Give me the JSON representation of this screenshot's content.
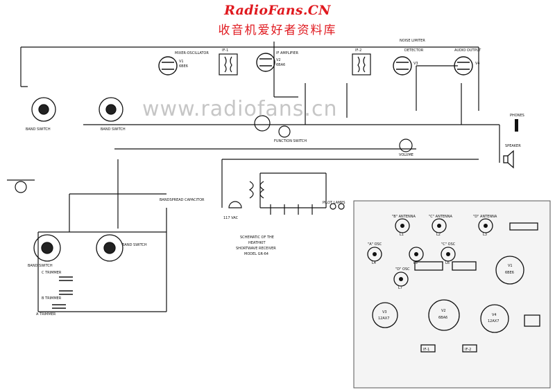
{
  "branding": {
    "site_url": "RadioFans.CN",
    "site_subtitle": "收音机爱好者资料库",
    "watermark": "www.radiofans.cn",
    "color": "#e0191f"
  },
  "schematic": {
    "title_lines": [
      "SCHEMATIC OF THE",
      "HEATHKIT",
      "SHORTWAVE RECEIVER",
      "MODEL GR-64"
    ],
    "tubes": [
      {
        "ref": "V1",
        "part": "6BE6",
        "function": "MIXER-OSCILLATOR"
      },
      {
        "ref": "V2",
        "part": "6BA6",
        "function": "IF AMPLIFIER"
      },
      {
        "ref": "V3",
        "part": "",
        "function": "DETECTOR"
      },
      {
        "ref": "V4",
        "part": "",
        "function": "AUDIO OUTPUT"
      }
    ],
    "transformers": [
      "IF-1",
      "IF-2"
    ],
    "band_switch_labels": [
      "BAND SWITCH",
      "BAND SWITCH",
      "BAND SWITCH",
      "BAND SWITCH"
    ],
    "trimmers": [
      "C TRIMMER",
      "B TRIMMER",
      "A TRIMMER"
    ],
    "controls": [
      "VOLUME",
      "FUNCTION SWITCH",
      "PHONES",
      "SPEAKER",
      "NOISE LIMITER",
      "BANDSPREAD CAPACITOR"
    ],
    "power_labels": [
      "117 VAC",
      "PILOT LAMPS"
    ]
  },
  "layout_view": {
    "antenna_labels": [
      "\"B\" ANTENNA",
      "\"C\" ANTENNA",
      "\"D\" ANTENNA"
    ],
    "osc_labels": [
      "\"A\" OSC",
      "\"C\" OSC",
      "\"D\" OSC"
    ],
    "coils": [
      "L1",
      "L2",
      "L3",
      "L4",
      "L5",
      "L6",
      "L7"
    ],
    "tubes": [
      {
        "ref": "V1",
        "part": "6BE6"
      },
      {
        "ref": "V2",
        "part": "6BA6"
      },
      {
        "ref": "V3",
        "part": "12AX7"
      },
      {
        "ref": "V4",
        "part": "12AX7"
      }
    ],
    "if_cans": [
      "IF-1",
      "IF-2"
    ]
  }
}
